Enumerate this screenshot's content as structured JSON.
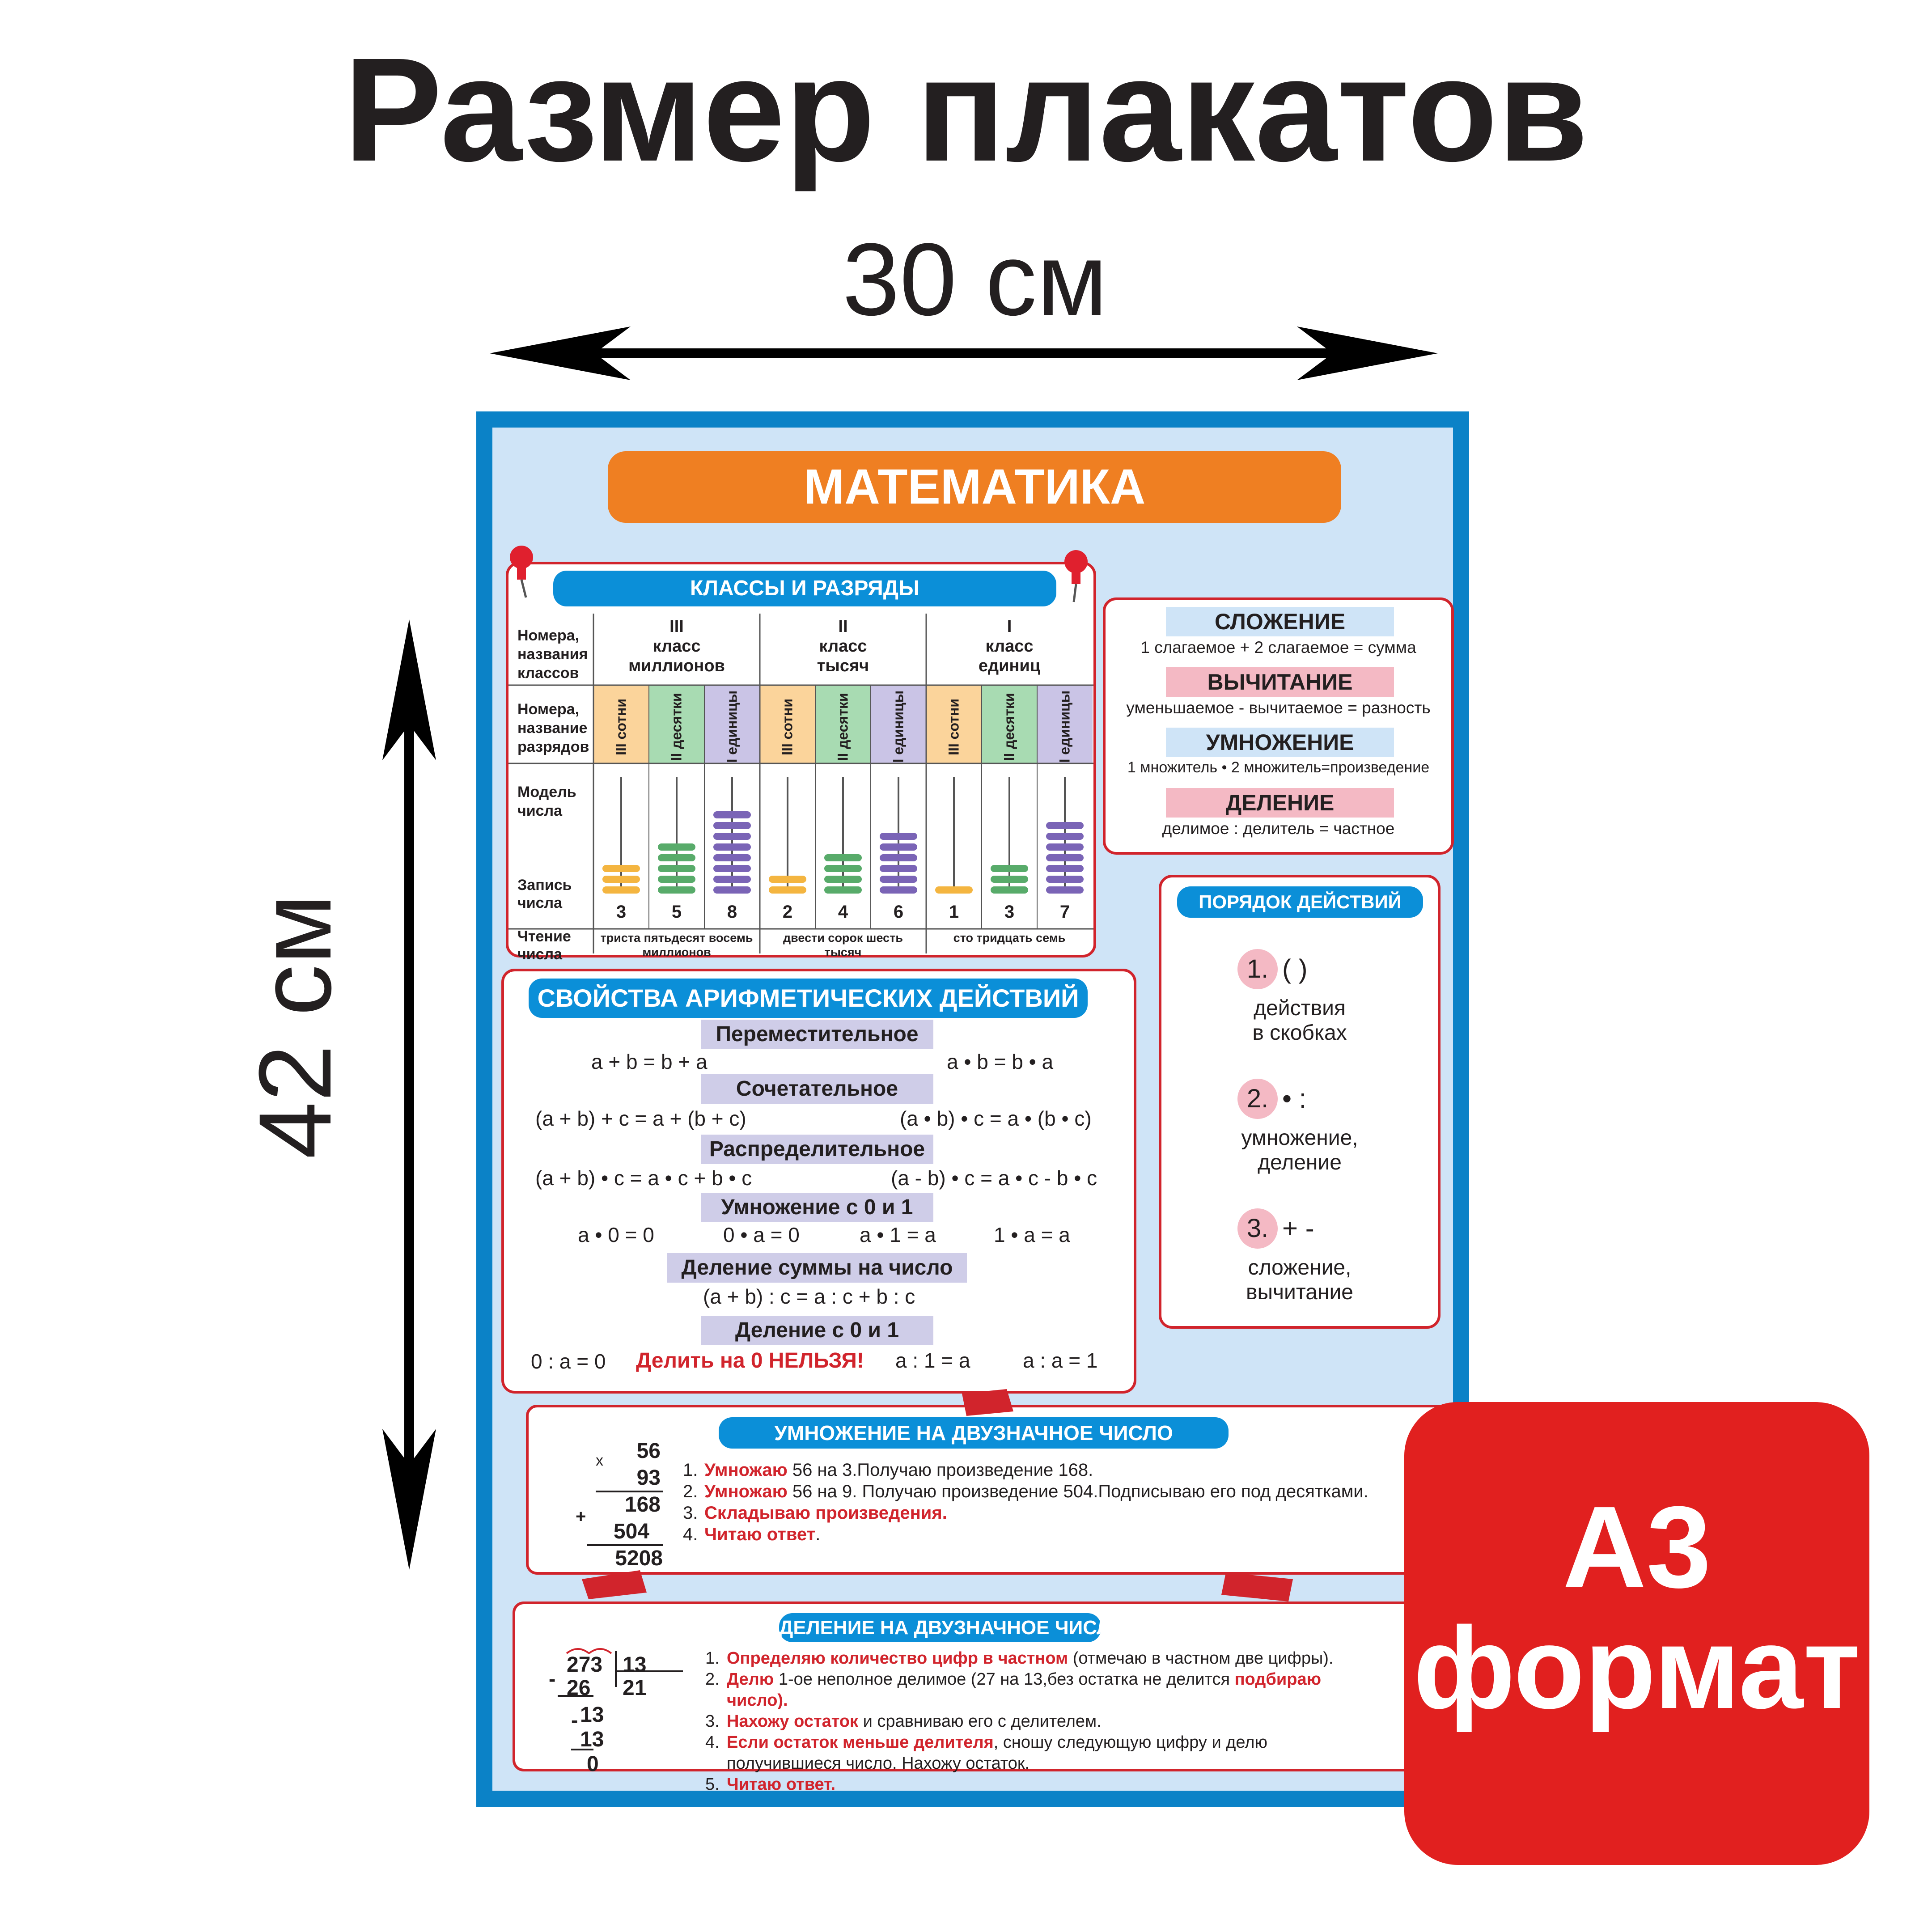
{
  "heading": "Размер плакатов",
  "width_label": "30 см",
  "height_label": "42 см",
  "format_badge": {
    "line1": "А3",
    "line2": "формат"
  },
  "poster": {
    "title": "МАТЕМАТИКА",
    "classes": {
      "title": "КЛАССЫ И РАЗРЯДЫ",
      "row_labels": {
        "classes": [
          "Номера,",
          "названия",
          "классов"
        ],
        "ranks": [
          "Номера,",
          "название",
          "разрядов"
        ],
        "model": [
          "Модель",
          "числа"
        ],
        "record": [
          "Запись",
          "числа"
        ],
        "reading": [
          "Чтение",
          "числа"
        ]
      },
      "class_headers": [
        {
          "num": "III",
          "l1": "класс",
          "l2": "миллионов"
        },
        {
          "num": "II",
          "l1": "класс",
          "l2": "тысяч"
        },
        {
          "num": "I",
          "l1": "класс",
          "l2": "единиц"
        }
      ],
      "ranks": [
        {
          "num": "III",
          "name": "сотни"
        },
        {
          "num": "II",
          "name": "десятки"
        },
        {
          "num": "I",
          "name": "единицы"
        }
      ],
      "digits": [
        "3",
        "5",
        "8",
        "2",
        "4",
        "6",
        "1",
        "3",
        "7"
      ],
      "readings": [
        {
          "line1": "триста пятьдесят восемь",
          "line2": "миллионов"
        },
        {
          "line1": "двести сорок шесть",
          "line2": "тысяч"
        },
        {
          "line1": "сто тридцать семь",
          "line2": ""
        }
      ]
    },
    "operations": [
      {
        "name": "СЛОЖЕНИЕ",
        "formula": "1 слагаемое + 2 слагаемое = сумма",
        "color": "#cfe4f7"
      },
      {
        "name": "ВЫЧИТАНИЕ",
        "formula": "уменьшаемое - вычитаемое = разность",
        "color": "#f4b9c4"
      },
      {
        "name": "УМНОЖЕНИЕ",
        "formula": "1 множитель • 2 множитель=произведение",
        "color": "#cfe4f7"
      },
      {
        "name": "ДЕЛЕНИЕ",
        "formula": "делимое : делитель = частное",
        "color": "#f4b9c4"
      }
    ],
    "order": {
      "title": "ПОРЯДОК ДЕЙСТВИЙ",
      "items": [
        {
          "num": "1.",
          "sym": "(   )",
          "l1": "действия",
          "l2": "в скобках"
        },
        {
          "num": "2.",
          "sym": "•  :",
          "l1": "умножение,",
          "l2": "деление"
        },
        {
          "num": "3.",
          "sym": "+  -",
          "l1": "сложение,",
          "l2": "вычитание"
        }
      ]
    },
    "properties": {
      "title": "СВОЙСТВА АРИФМЕТИЧЕСКИХ ДЕЙСТВИЙ",
      "commutative": "Переместительное",
      "comm_add": "a + b = b + a",
      "comm_mul": "a • b = b • a",
      "associative": "Сочетательное",
      "assoc_add": "(a + b) + c =  a + (b + c)",
      "assoc_mul": "(a • b) • c = a • (b • c)",
      "distributive": "Распределительное",
      "dist_add": "(a + b) • c = a • c + b • c",
      "dist_sub": "(a - b) • c = a • c - b • c",
      "mul01": "Умножение с 0 и 1",
      "mul01_items": [
        "a • 0 = 0",
        "0 • a = 0",
        "a • 1 = a",
        "1 • a = a"
      ],
      "divsum": "Деление суммы на число",
      "divsum_formula": "(a + b) : c = a : c + b : c",
      "div01": "Деление с 0 и 1",
      "div01_a": "0 : a = 0",
      "div01_warn": "Делить на 0 НЕЛЬЗЯ!",
      "div01_b": "a : 1 = a",
      "div01_c": "a : a = 1"
    },
    "multiplication": {
      "title": "УМНОЖЕНИЕ НА ДВУЗНАЧНОЕ ЧИСЛО",
      "calc": {
        "a": "56",
        "b": "93",
        "p1": "168",
        "p2": "504",
        "res": "5208",
        "times": "x",
        "plus": "+"
      },
      "steps": [
        {
          "n": "1.",
          "red": "Умножаю",
          "rest": " 56 на 3.Получаю произведение 168."
        },
        {
          "n": "2.",
          "red": "Умножаю",
          "rest": " 56 на 9. Получаю произведение 504.Подписываю его под десятками."
        },
        {
          "n": "3.",
          "red": "Складываю произведения.",
          "rest": ""
        },
        {
          "n": "4.",
          "red": "Читаю ответ",
          "rest": "."
        }
      ]
    },
    "division": {
      "title": "ДЕЛЕНИЕ НА ДВУЗНАЧНОЕ ЧИСЛО",
      "calc": {
        "dividend": "273",
        "divisor": "13",
        "s1": "26",
        "quot": "21",
        "r1": "13",
        "s2": "13",
        "r2": "0",
        "minus": "-"
      },
      "steps": [
        {
          "n": "1.",
          "red": "Определяю количество цифр в частном",
          "rest": " (отмечаю в частном две цифры)."
        },
        {
          "n": "2.",
          "red": "Делю",
          "rest": " 1-ое неполное делимое (27 на 13,без остатка не делится ",
          "red2": "подбираю"
        },
        {
          "n": "",
          "red": "число).",
          "rest": ""
        },
        {
          "n": "3.",
          "red": "Нахожу остаток",
          "rest": " и сравниваю его с делителем."
        },
        {
          "n": "4.",
          "red": "Если остаток меньше делителя",
          "rest": ", сношу следующую цифру и делю"
        },
        {
          "n": "",
          "red": "",
          "rest": "получившиеся число. Нахожу остаток."
        },
        {
          "n": "5.",
          "red": "Читаю ответ.",
          "rest": ""
        }
      ]
    }
  }
}
